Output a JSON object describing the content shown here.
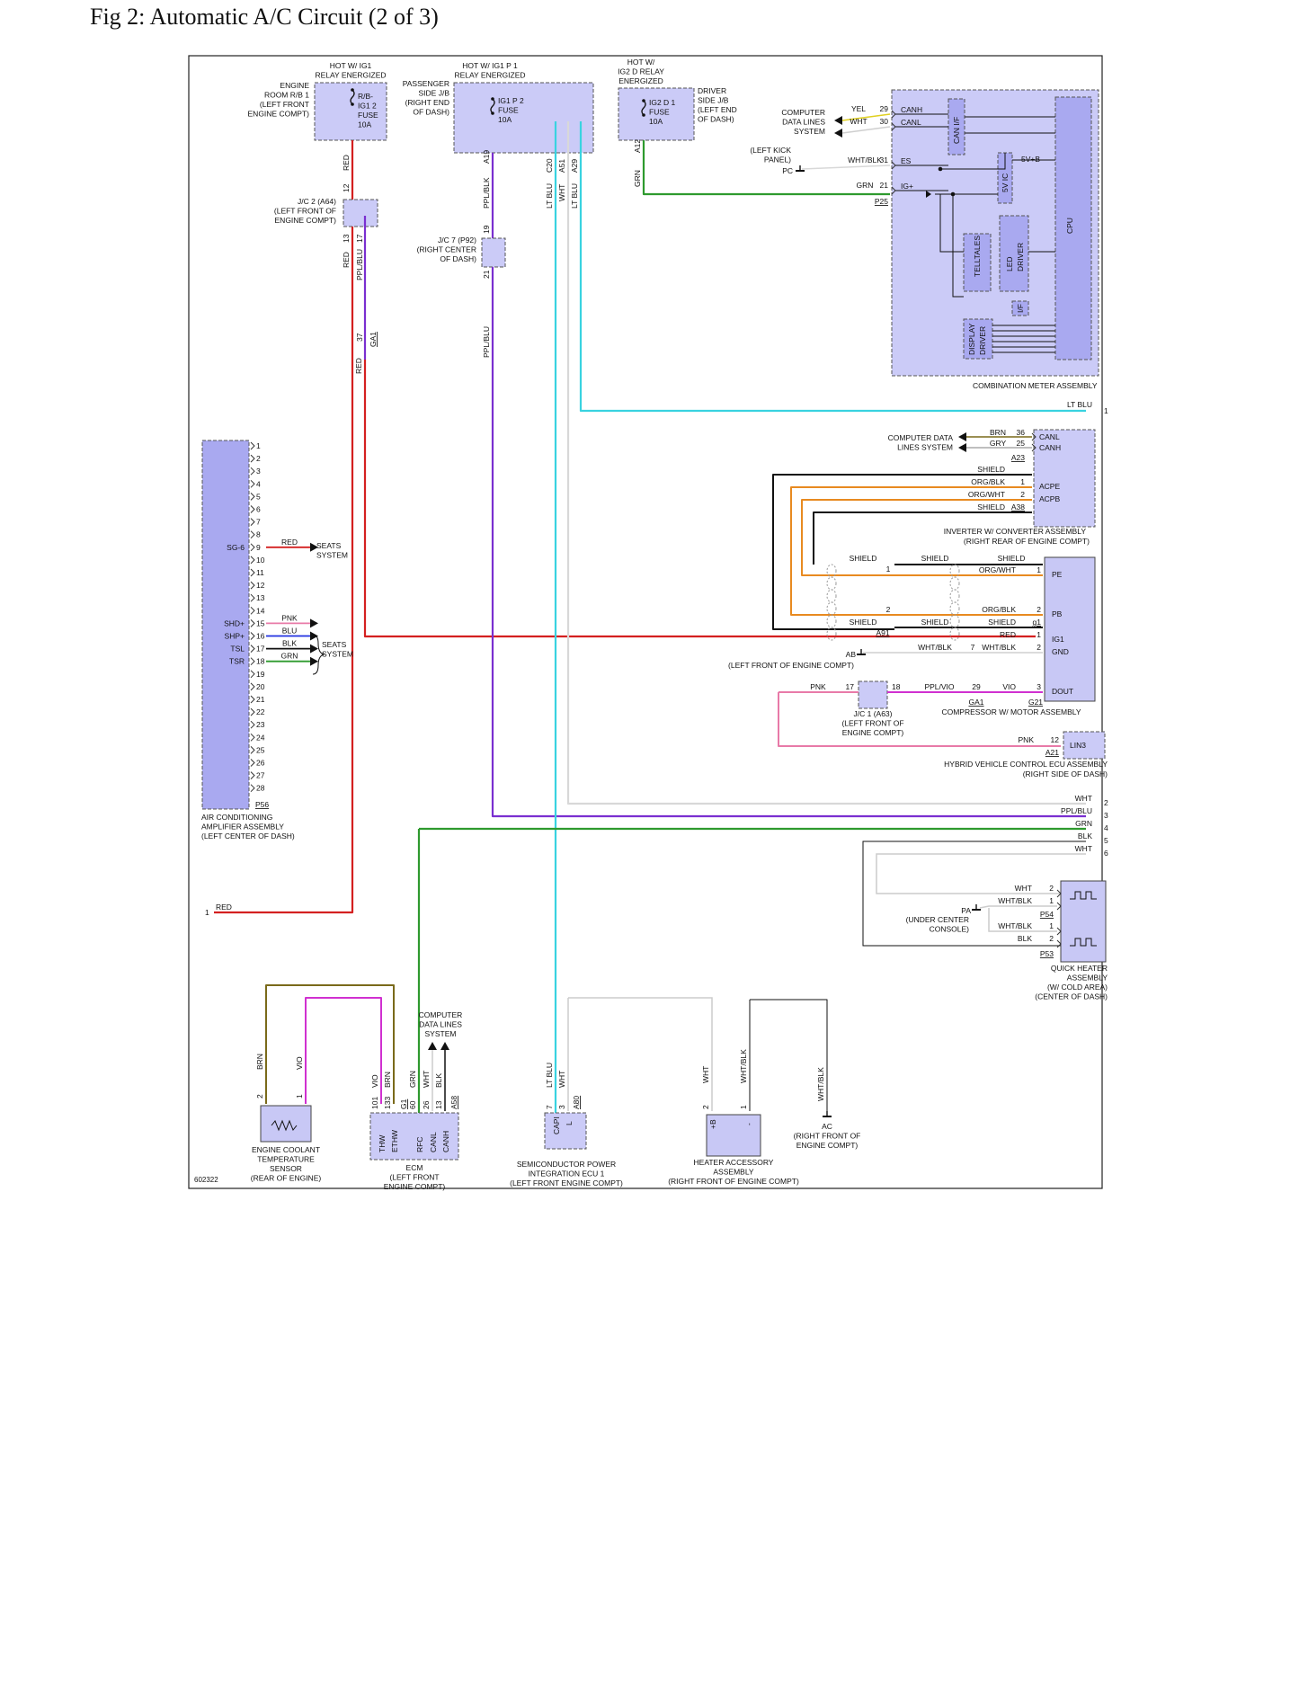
{
  "title": "Fig 2: Automatic A/C Circuit (2 of 3)",
  "diagram_id": "602322",
  "colors": {
    "red": "#d42020",
    "green": "#2e9a2e",
    "purple": "#7a2fd0",
    "ltblu": "#39d3e0",
    "orange": "#e88a20",
    "pink": "#e87aa8",
    "magenta": "#d030d0",
    "yellow": "#e0d020",
    "brown": "#7a6a1a",
    "white": "#c8c8c8",
    "black": "#111111",
    "blue": "#2030e0",
    "component": "#cbcbf7",
    "component_dark": "#a9a9f0"
  },
  "components": {
    "engine_rb": {
      "hot": [
        "HOT W/ IG1",
        "RELAY ENERGIZED"
      ],
      "name": [
        "ENGINE",
        "ROOM R/B 1",
        "(LEFT FRONT",
        "ENGINE COMPT)"
      ],
      "fuse": [
        "R/B-",
        "IG1 2",
        "FUSE",
        "10A"
      ]
    },
    "pass_jb": {
      "hot": [
        "HOT W/ IG1 P 1",
        "RELAY ENERGIZED"
      ],
      "name": [
        "PASSENGER",
        "SIDE J/B",
        "(RIGHT END",
        "OF DASH)"
      ],
      "fuse": [
        "IG1 P 2",
        "FUSE",
        "10A"
      ],
      "pins": [
        "A19",
        "C20",
        "A51",
        "A29"
      ]
    },
    "driver_jb": {
      "hot": [
        "HOT W/",
        "IG2 D RELAY",
        "ENERGIZED"
      ],
      "name": [
        "DRIVER",
        "SIDE J/B",
        "(LEFT END",
        "OF DASH)"
      ],
      "fuse": [
        "IG2 D 1",
        "FUSE",
        "10A"
      ],
      "pin": "A12"
    },
    "jc2": {
      "name": [
        "J/C 2 (A64)",
        "(LEFT FRONT OF",
        "ENGINE COMPT)"
      ],
      "pins": [
        "12",
        "13",
        "17"
      ]
    },
    "jc7": {
      "name": [
        "J/C 7 (P92)",
        "(RIGHT CENTER",
        "OF DASH)"
      ],
      "pins": [
        "19",
        "21"
      ]
    },
    "meter": {
      "name": "COMBINATION METER ASSEMBLY",
      "inner": [
        "CAN I/F",
        "CPU",
        "5V IC",
        "TELLTALES",
        "LED DRIVER",
        "I/F",
        "DISPLAY DRIVER"
      ],
      "power": "5V+B",
      "data_lines": [
        "COMPUTER",
        "DATA LINES",
        "SYSTEM"
      ],
      "kick": [
        "(LEFT KICK",
        "PANEL)"
      ],
      "pc": "PC",
      "connector": "P25",
      "terminals": [
        {
          "wire": "YEL",
          "pin": "29",
          "name": "CANH"
        },
        {
          "wire": "WHT",
          "pin": "30",
          "name": "CANL"
        },
        {
          "wire": "WHT/BLK",
          "pin": "31",
          "name": "ES"
        },
        {
          "wire": "GRN",
          "pin": "21",
          "name": "IG+"
        }
      ]
    },
    "inverter": {
      "name": [
        "INVERTER W/ CONVERTER ASSEMBLY",
        "(RIGHT REAR OF ENGINE COMPT)"
      ],
      "data": [
        "COMPUTER DATA",
        "LINES SYSTEM"
      ],
      "can": [
        {
          "wire": "BRN",
          "pin": "36",
          "name": "CANL"
        },
        {
          "wire": "GRY",
          "pin": "25",
          "name": "CANH"
        }
      ],
      "can_conn": "A23",
      "sig": [
        {
          "wire": "SHIELD",
          "pin": "",
          "name": ""
        },
        {
          "wire": "ORG/BLK",
          "pin": "1",
          "name": "ACPE"
        },
        {
          "wire": "ORG/WHT",
          "pin": "2",
          "name": "ACPB"
        },
        {
          "wire": "SHIELD",
          "pin": "A38",
          "name": ""
        }
      ]
    },
    "compressor": {
      "name": "COMPRESSOR W/ MOTOR ASSEMBLY",
      "terms": [
        "PE",
        "PB",
        "IG1",
        "GND",
        "DOUT"
      ],
      "shield": "SHIELD",
      "conns": [
        "A91",
        "GA1",
        "G21"
      ],
      "rows": [
        {
          "wire": "ORG/WHT",
          "pin": "1"
        },
        {
          "wire": "ORG/BLK",
          "pin": "2"
        },
        {
          "wire": "SHIELD",
          "pin": "g1"
        },
        {
          "wire": "RED",
          "pin": "1"
        },
        {
          "wire": "WHT/BLK",
          "pin": "2"
        },
        {
          "wire": "VIO",
          "pin": "3"
        }
      ],
      "ab": [
        "AB",
        "(LEFT FRONT OF ENGINE COMPT)"
      ],
      "mid": {
        "wire": "WHT/BLK",
        "pin": "7"
      },
      "dout_in": [
        {
          "wire": "PNK",
          "pin": "17"
        },
        {
          "wire": "PPL/VIO",
          "pin": "18"
        },
        {
          "wire": "",
          "pin": "29"
        }
      ]
    },
    "jc1": {
      "name": [
        "J/C 1 (A63)",
        "(LEFT FRONT OF",
        "ENGINE COMPT)"
      ]
    },
    "hv_ecu": {
      "name": [
        "HYBRID VEHICLE CONTROL ECU ASSEMBLY",
        "(RIGHT SIDE OF DASH)"
      ],
      "term": "LIN3",
      "wire": "PNK",
      "pin": "12",
      "conn": "A21"
    },
    "ac_amp": {
      "name": [
        "AIR CONDITIONING",
        "AMPLIFIER ASSEMBLY",
        "(LEFT CENTER OF DASH)"
      ],
      "connector": "P56",
      "pins": [
        "1",
        "2",
        "3",
        "4",
        "5",
        "6",
        "7",
        "8",
        "9",
        "10",
        "11",
        "12",
        "13",
        "14",
        "15",
        "16",
        "17",
        "18",
        "19",
        "20",
        "21",
        "22",
        "23",
        "24",
        "25",
        "26",
        "27",
        "28"
      ],
      "terms": {
        "9": "SG-6",
        "15": "SHD+",
        "16": "SHP+",
        "17": "TSL",
        "18": "TSR"
      },
      "wires": {
        "9": "RED",
        "15": "PNK",
        "16": "BLU",
        "17": "BLK",
        "18": "GRN"
      },
      "seats": [
        "SEATS",
        "SYSTEM"
      ]
    },
    "quick_heater": {
      "name": [
        "QUICK HEATER",
        "ASSEMBLY",
        "(W/ COLD AREA)",
        "(CENTER OF DASH)"
      ],
      "pa": [
        "PA",
        "(UNDER CENTER",
        "CONSOLE)"
      ],
      "rows": [
        {
          "wire": "WHT",
          "pin": "2"
        },
        {
          "wire": "WHT/BLK",
          "pin": "1"
        },
        {
          "wire": "WHT/BLK",
          "pin": "1"
        },
        {
          "wire": "BLK",
          "pin": "2"
        }
      ],
      "conns": [
        "P54",
        "P53"
      ]
    },
    "ect_sensor": {
      "name": [
        "ENGINE COOLANT",
        "TEMPERATURE",
        "SENSOR",
        "(REAR OF ENGINE)"
      ],
      "wires": [
        "BRN",
        "VIO"
      ],
      "pins": [
        "2",
        "1"
      ]
    },
    "ecm": {
      "name": [
        "ECM",
        "(LEFT FRONT",
        "ENGINE COMPT)"
      ],
      "data": [
        "COMPUTER",
        "DATA LINES",
        "SYSTEM"
      ],
      "wires": [
        "VIO",
        "BRN",
        "GRN",
        "WHT",
        "BLK"
      ],
      "pins": [
        "101",
        "133",
        "60",
        "26",
        "13"
      ],
      "conns": [
        "G1",
        "A58"
      ],
      "terms": [
        "THW",
        "ETHW",
        "RFC",
        "CANL",
        "CANH"
      ]
    },
    "semi_ecu": {
      "name": [
        "SEMICONDUCTOR POWER",
        "INTEGRATION ECU 1",
        "(LEFT FRONT ENGINE COMPT)"
      ],
      "wires": [
        "LT BLU",
        "WHT"
      ],
      "pins": [
        "7",
        "3"
      ],
      "conn": "A80",
      "terms": [
        "CAPI",
        "L"
      ]
    },
    "heater_acc": {
      "name": [
        "HEATER ACCESSORY",
        "ASSEMBLY",
        "(RIGHT FRONT OF ENGINE COMPT)"
      ],
      "wires": [
        "WHT",
        "WHT/BLK"
      ],
      "pins": [
        "2",
        "1"
      ],
      "terms": [
        "+B",
        "-"
      ]
    },
    "ac_ground": {
      "name": [
        "AC",
        "(RIGHT FRONT OF",
        "ENGINE COMPT)"
      ],
      "wire": "WHT/BLK"
    }
  },
  "wire_labels": {
    "red": "RED",
    "grn": "GRN",
    "ppl_blk": "PPL/BLK",
    "ppl_blu": "PPL/BLU",
    "lt_blu": "LT BLU",
    "wht": "WHT",
    "jc2_a64": "GA1",
    "jc2_a64_pin": "37"
  },
  "offpage": [
    {
      "wire": "LT BLU",
      "num": "1"
    },
    {
      "wire": "WHT",
      "num": "2"
    },
    {
      "wire": "PPL/BLU",
      "num": "3"
    },
    {
      "wire": "GRN",
      "num": "4"
    },
    {
      "wire": "BLK",
      "num": "5"
    },
    {
      "wire": "WHT",
      "num": "6"
    }
  ],
  "left_offpage": {
    "wire": "RED",
    "num": "1"
  }
}
